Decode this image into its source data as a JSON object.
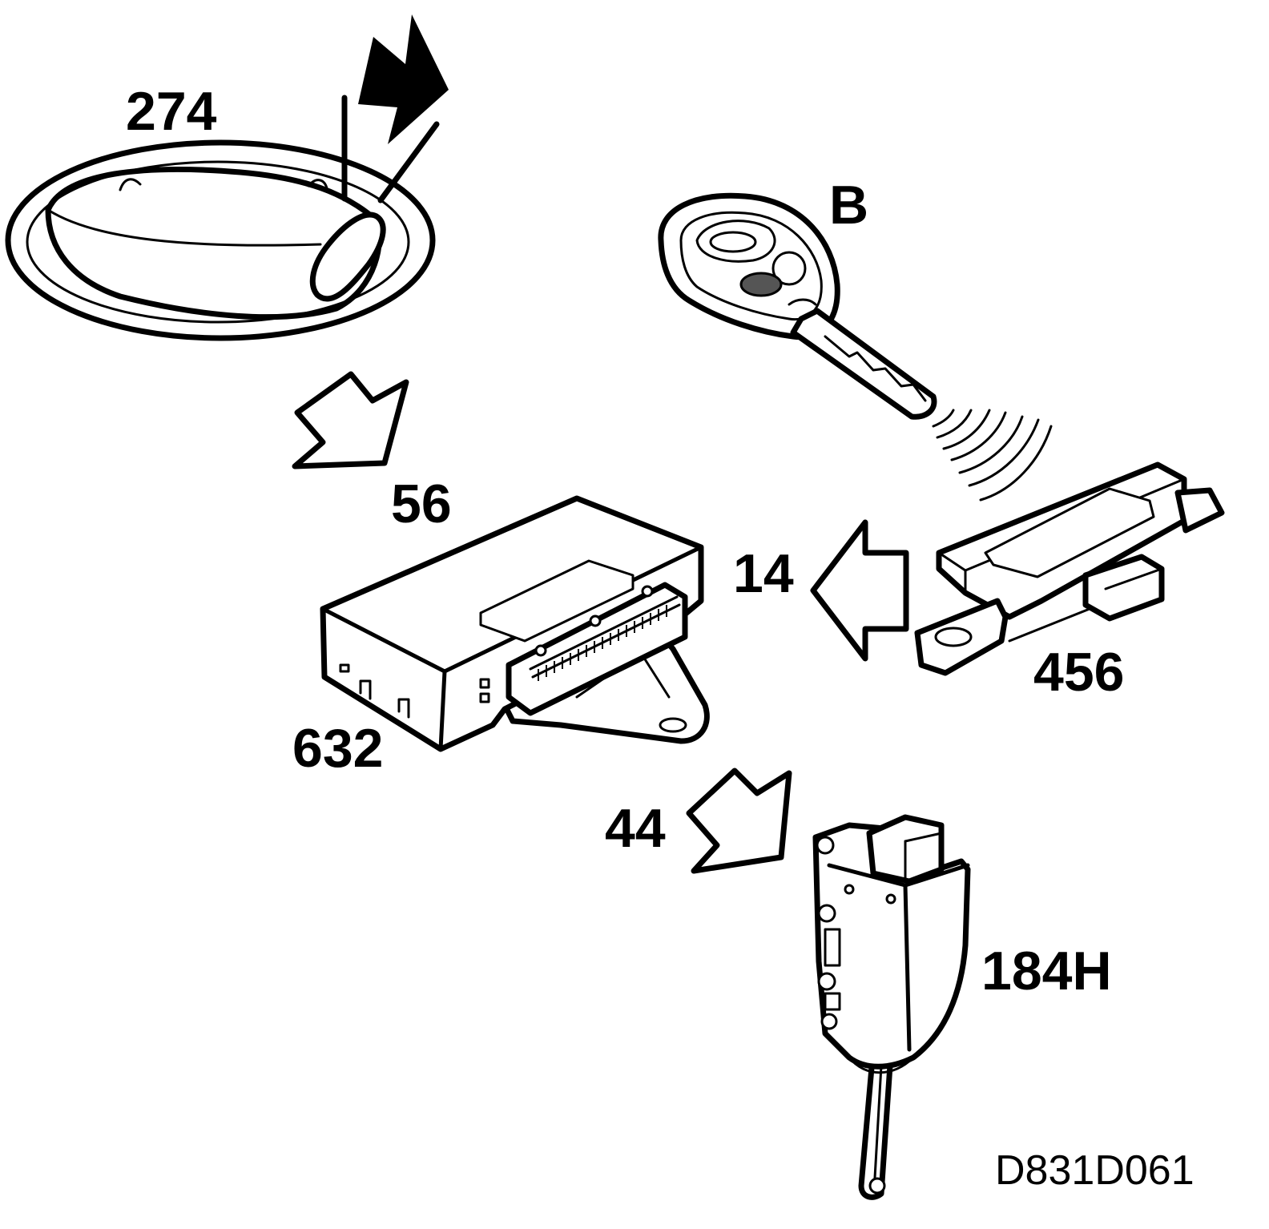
{
  "labels": {
    "ignition_switch": "274",
    "key": "B",
    "arrow_56": "56",
    "arrow_14": "14",
    "receiver": "456",
    "control_unit": "632",
    "arrow_44": "44",
    "lock_actuator": "184H",
    "figure_code": "D831D061"
  },
  "components": [
    {
      "name": "ignition-switch",
      "label_ref": "274"
    },
    {
      "name": "remote-key",
      "label_ref": "B"
    },
    {
      "name": "receiver-module",
      "label_ref": "456"
    },
    {
      "name": "control-unit",
      "label_ref": "632"
    },
    {
      "name": "lock-actuator",
      "label_ref": "184H"
    }
  ],
  "icons": [
    "solid-arrow-icon",
    "hollow-arrow-icon",
    "radio-wave-icon",
    "remote-key-icon"
  ],
  "colors": {
    "ink": "#000000",
    "paper": "#ffffff"
  }
}
